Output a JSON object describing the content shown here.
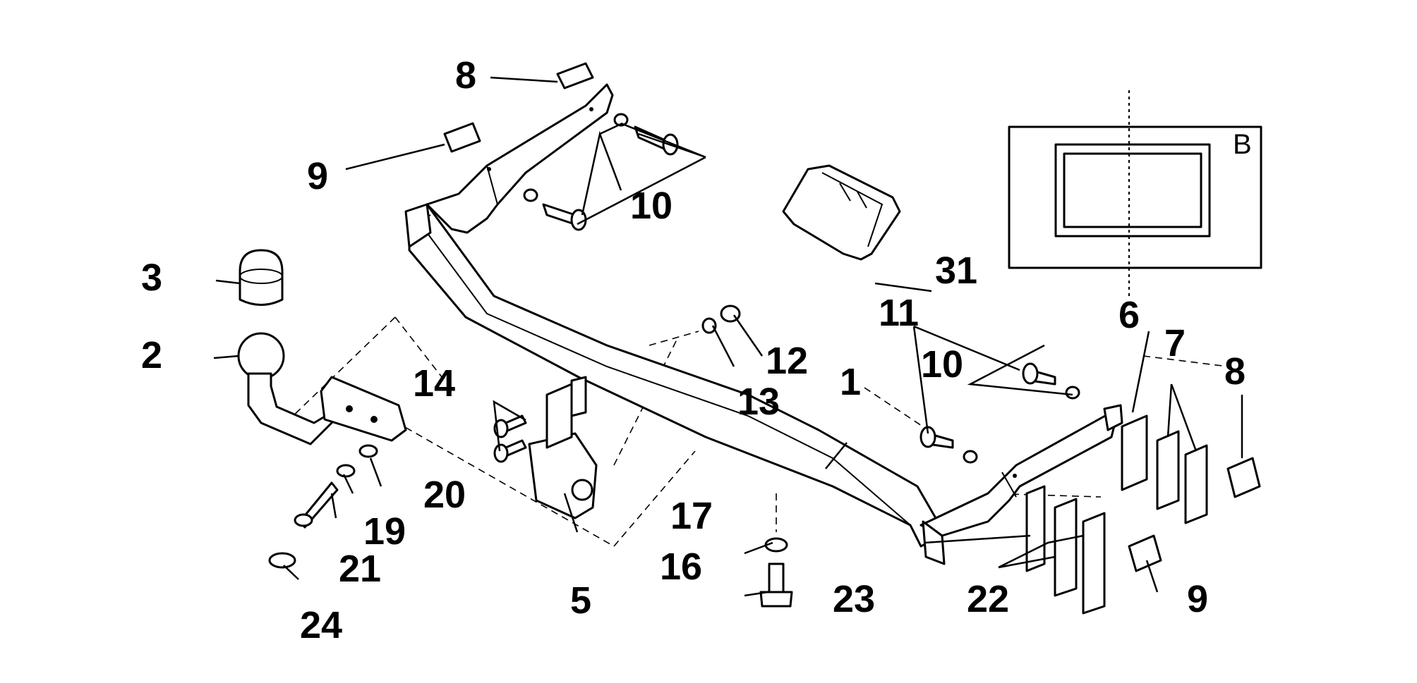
{
  "callouts": {
    "c1": "1",
    "c2": "2",
    "c3": "3",
    "c5": "5",
    "c6": "6",
    "c7": "7",
    "c8a": "8",
    "c8b": "8",
    "c9a": "9",
    "c9b": "9",
    "c10a": "10",
    "c10b": "10",
    "c11": "11",
    "c12": "12",
    "c13": "13",
    "c14": "14",
    "c16": "16",
    "c17": "17",
    "c19": "19",
    "c20": "20",
    "c21": "21",
    "c22": "22",
    "c23": "23",
    "c24": "24",
    "c31": "31"
  },
  "inset": {
    "label": "B"
  },
  "colors": {
    "line": "#000000",
    "background": "#ffffff"
  }
}
